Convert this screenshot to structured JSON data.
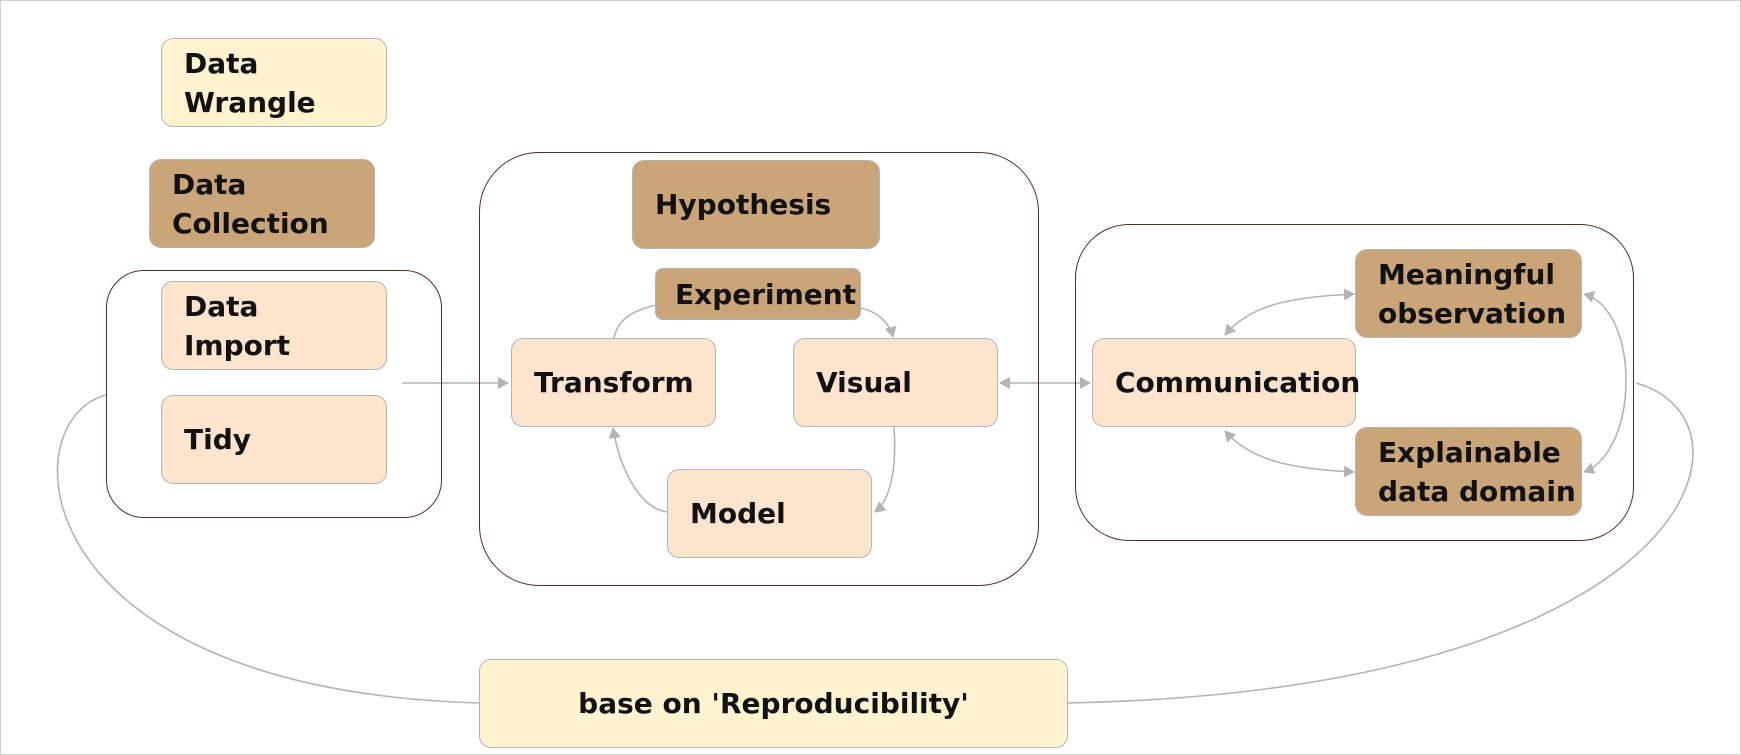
{
  "colors": {
    "light_node": "#fce4cd",
    "dark_node": "#c9a577",
    "cream_node": "#fff3cf",
    "group_border": "#5a2b22",
    "connector": "#b3b3b3"
  },
  "nodes": {
    "data_wrangle": "Data\nWrangle",
    "data_collection": "Data\nCollection",
    "data_import": "Data\nImport",
    "tidy": "Tidy",
    "hypothesis": "Hypothesis",
    "experiment": "Experiment",
    "transform": "Transform",
    "visual": "Visual",
    "model": "Model",
    "communication": "Communication",
    "meaningful_observation": "Meaningful\nobservation",
    "explainable_data_domain": "Explainable\ndata domain",
    "reproducibility": "base on 'Reproducibility'"
  }
}
